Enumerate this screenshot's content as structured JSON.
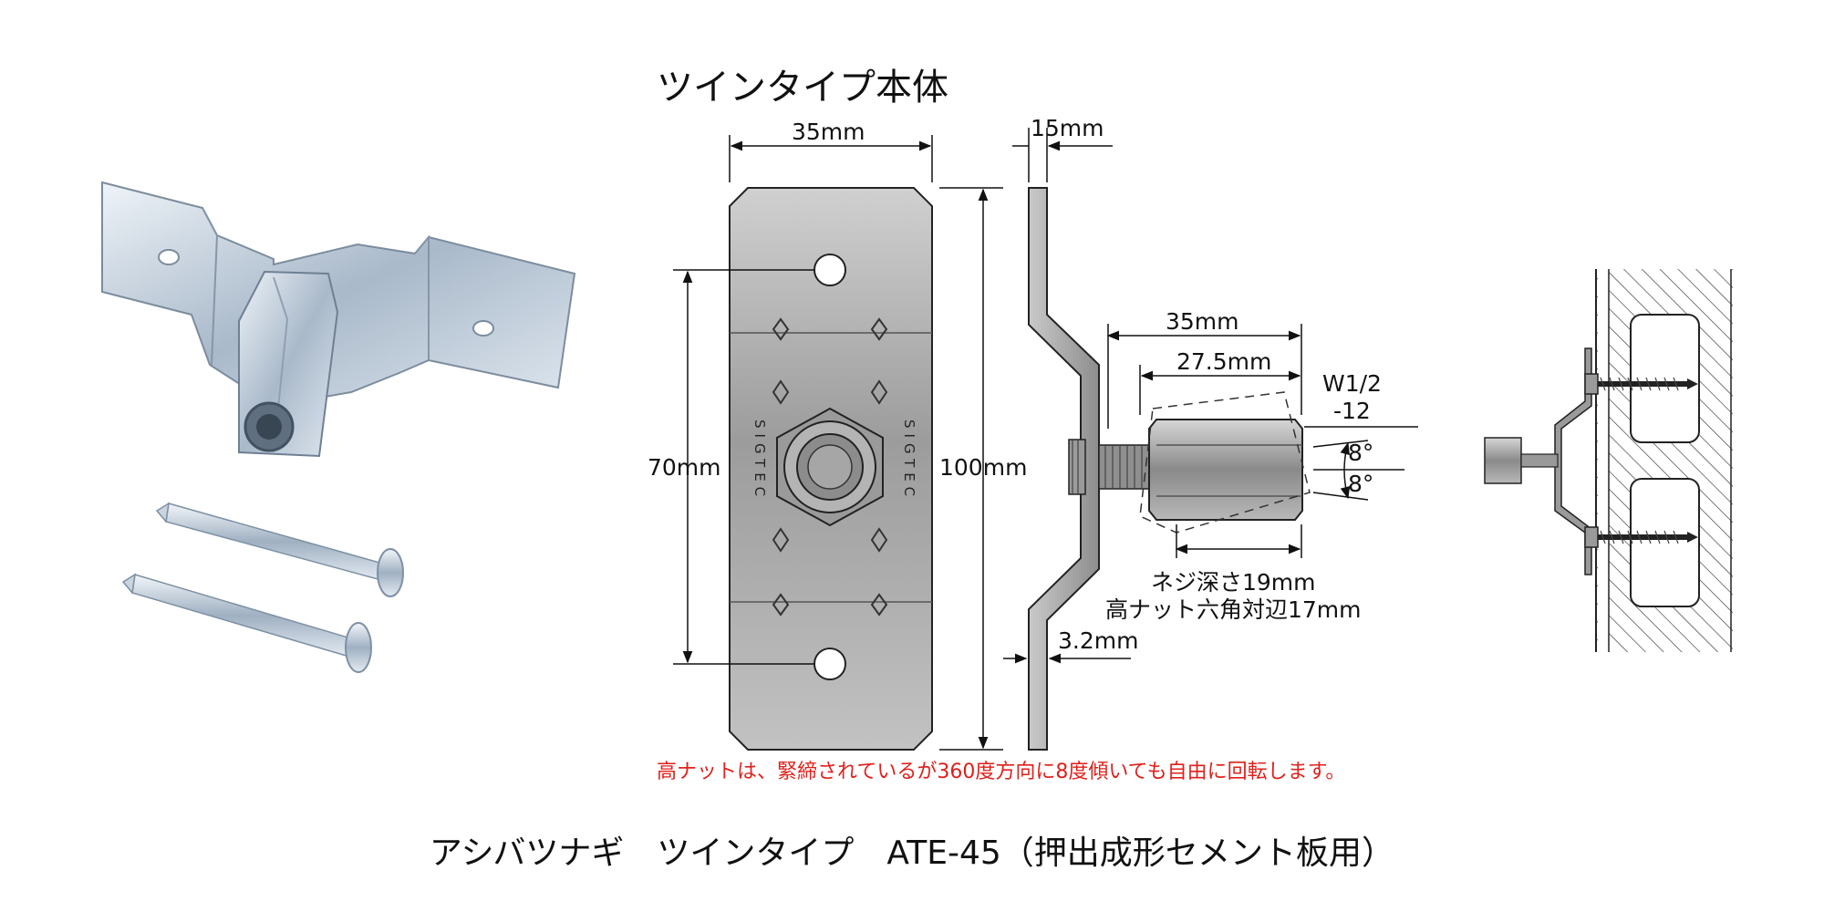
{
  "title": "ツインタイプ本体",
  "caption": "アシバツナギ　ツインタイプ　ATE-45（押出成形セメント板用）",
  "note": "高ナットは、緊締されているが360度方向に8度傾いても自由に回転します。",
  "brand": "SIGTEC",
  "dimensions": {
    "plate_width": "35mm",
    "side_depth": "15mm",
    "hole_spacing": "70mm",
    "plate_height": "100mm",
    "nut_total": "35mm",
    "nut_length": "27.5mm",
    "thread_spec_line1": "W1/2",
    "thread_spec_line2": "-12",
    "tilt_upper": "8°",
    "tilt_lower": "8°",
    "thread_depth": "ネジ深さ19mm",
    "nut_hex": "高ナット六角対辺17mm",
    "thickness": "3.2mm"
  },
  "colors": {
    "note": "#e0201b",
    "metal": "#a8a8a8",
    "zinc": "#b9c7d6"
  }
}
